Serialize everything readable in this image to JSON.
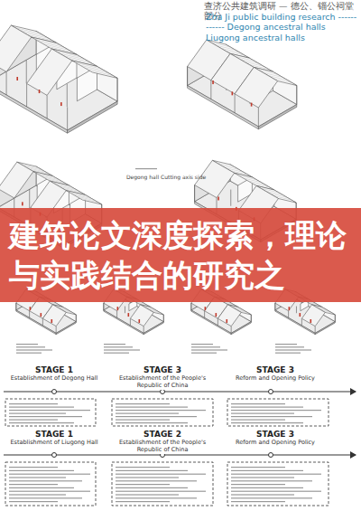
{
  "diagram": {
    "title": "查济公共建筑调研 — 德公、锱公祠堂部分",
    "nodes": [
      {
        "text": [
          "建筑论文深度探索，理论与实践结合的研究之"
        ]
      }
    ],
    "labels": [
      "Zha Ji public building research ------------ Degong ancestral halls Liugong ancestral halls",
      "Degong hall Cutting axis side",
      "STAGE 1",
      "Establishment of Degong Hall",
      "STAGE 3",
      "Establishment of the People's Republic of China",
      "STAGE 3",
      "Reform and Opening Policy",
      "STAGE 1",
      "Establishment of Liugong Hall",
      "STAGE 2",
      "Establishment of the People's Republic of China",
      "STAGE 3",
      "Reform and Opening Policy"
    ]
  }
}
